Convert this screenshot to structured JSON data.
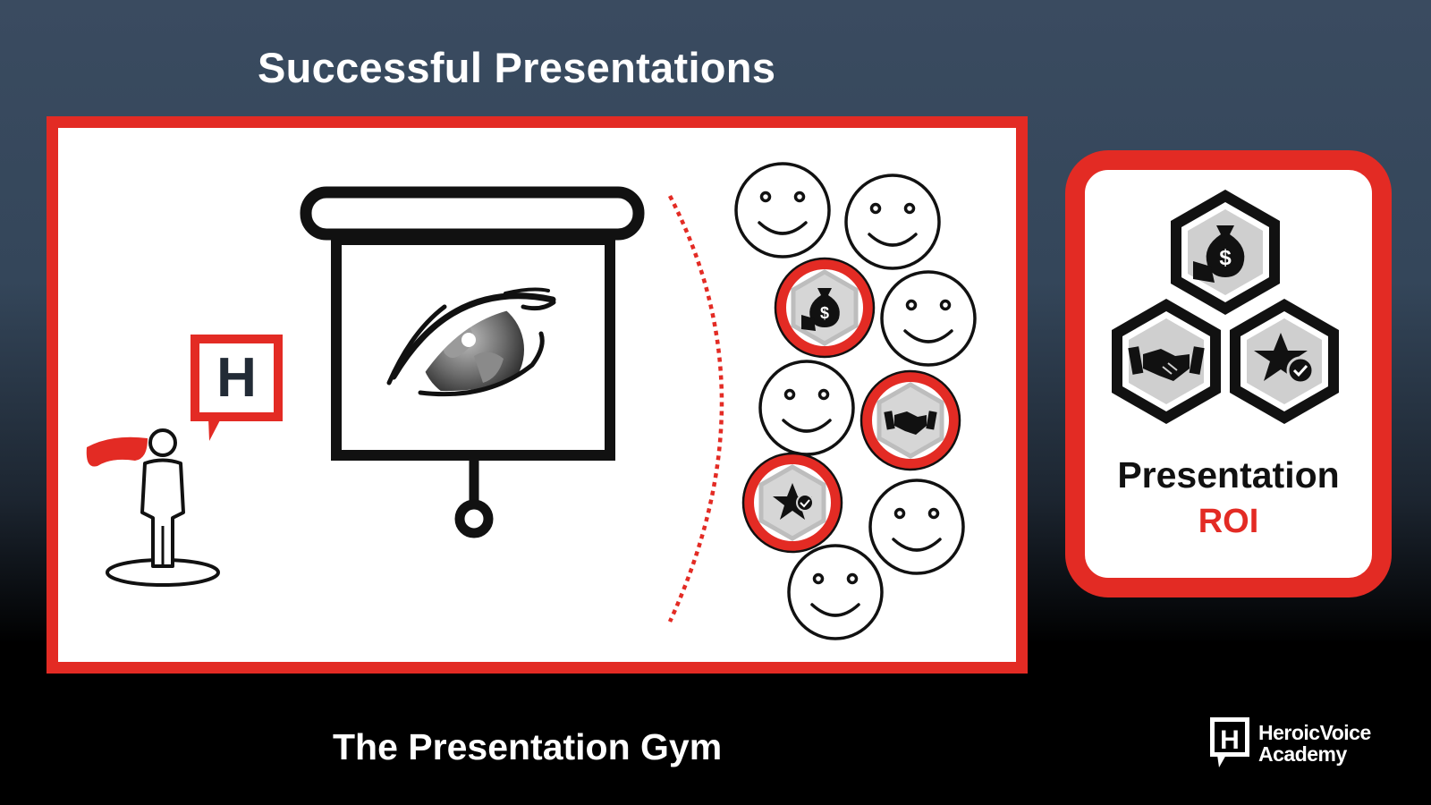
{
  "header": {
    "title": "Successful Presentations"
  },
  "main_panel": {
    "speaker_badge_letter": "H"
  },
  "roi_card": {
    "title": "Presentation",
    "subtitle": "ROI"
  },
  "footer": {
    "label": "The Presentation Gym"
  },
  "brand": {
    "mark_letter": "H",
    "line1": "HeroicVoice",
    "line2": "Academy"
  },
  "colors": {
    "accent": "#e32b24",
    "background_top": "#3a4b60",
    "background_bottom": "#000000",
    "icon_gray": "#cfcfcf"
  },
  "icons": [
    "speaker-icon",
    "projector-screen-icon",
    "eye-globe-icon",
    "smiley-face-icon",
    "money-bag-hexagon-icon",
    "handshake-hexagon-icon",
    "star-hexagon-icon"
  ]
}
